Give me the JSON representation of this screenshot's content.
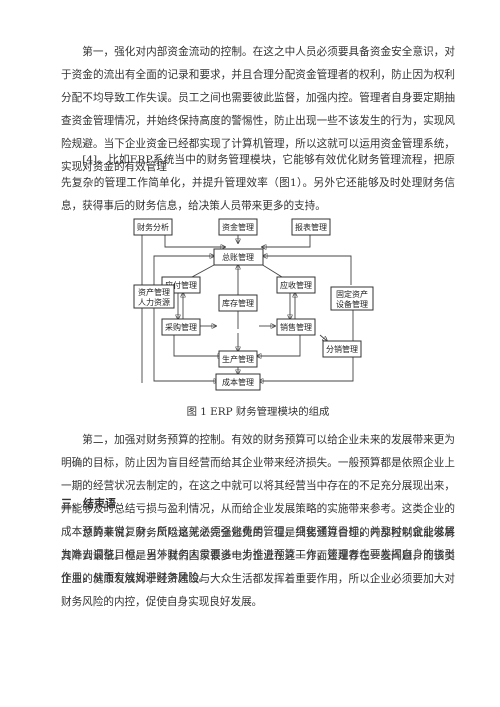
{
  "paragraphs": [
    "第一，强化对内部资金流动的控制。在这之中人员必须要具备资金安全意识，对于资金的流出有全面的记录和要求，并且合理分配资金管理者的权利，防止因为权利分配不均导致工作失误。员工之间也需要彼此监督，加强内控。管理者自身要定期抽查资金管理情况，并始终保持高度的警惕性，防止出现一些不该发生的行为，实现风险规避。当下企业资金已经都实现了计算机管理，所以这就可以运用资金管理系统，实现对资金的有效管理",
    "[4]。比如ERP系统当中的财务管理模块，它能够有效优化财务管理流程，把原先复杂的管理工作简单化，并提升管理效率（图1）。另外它还能够及时处理财务信息，获得事后的财务信息，给决策人员带来更多的支持。",
    "第二，加强对财务预算的控制。有效的财务预算可以给企业未来的发展带来更为明确的目标，防止因为盲目经营而给其企业带来经济损失。一般预算都是依照企业上一期的经营状况去制定的，在这之中就可以将其经营当中存在的不足充分展现出来，并能够及时总结亏损与盈利情况，从而给企业发展策略的实施带来参考。这类企业的成本预算非常复杂，所以这就必须强化费用管理，细化预算目标，并及时以企业发展为准去调整目标。另外财务人员要进一步推进预算工作，管理者也要发挥自身的指引作用，从而有效规避财务风险。",
    "总的来说，财务风险是无法完全避免的，但是只要通过合理的内部控制就能够将其降到最低。但是当下我们国家很多电力企业在这一方面还是存在一些问题，而该类企业的健康发展对于经济建设与大众生活都发挥着重要作用，所以企业必须要加大对财务风险的内控，促使自身实现良好发展。"
  ],
  "figure": {
    "caption": "图 1  ERP 财务管理模块的组成",
    "boxes": {
      "finance_analysis": "财务分析",
      "fund_mgmt": "资金管理",
      "report_mgmt": "报表管理",
      "general_ledger": "总账管理",
      "payable": "应付管理",
      "receivable": "应收管理",
      "inventory": "库存管理",
      "asset_hr_1": "资产管理",
      "asset_hr_2": "人力资源",
      "fixed_asset_1": "固定资产",
      "fixed_asset_2": "设备管理",
      "purchase": "采购管理",
      "sales": "销售管理",
      "distribution": "分销管理",
      "production": "生产管理",
      "cost": "成本管理"
    }
  },
  "section": {
    "heading": "三、结束语"
  }
}
